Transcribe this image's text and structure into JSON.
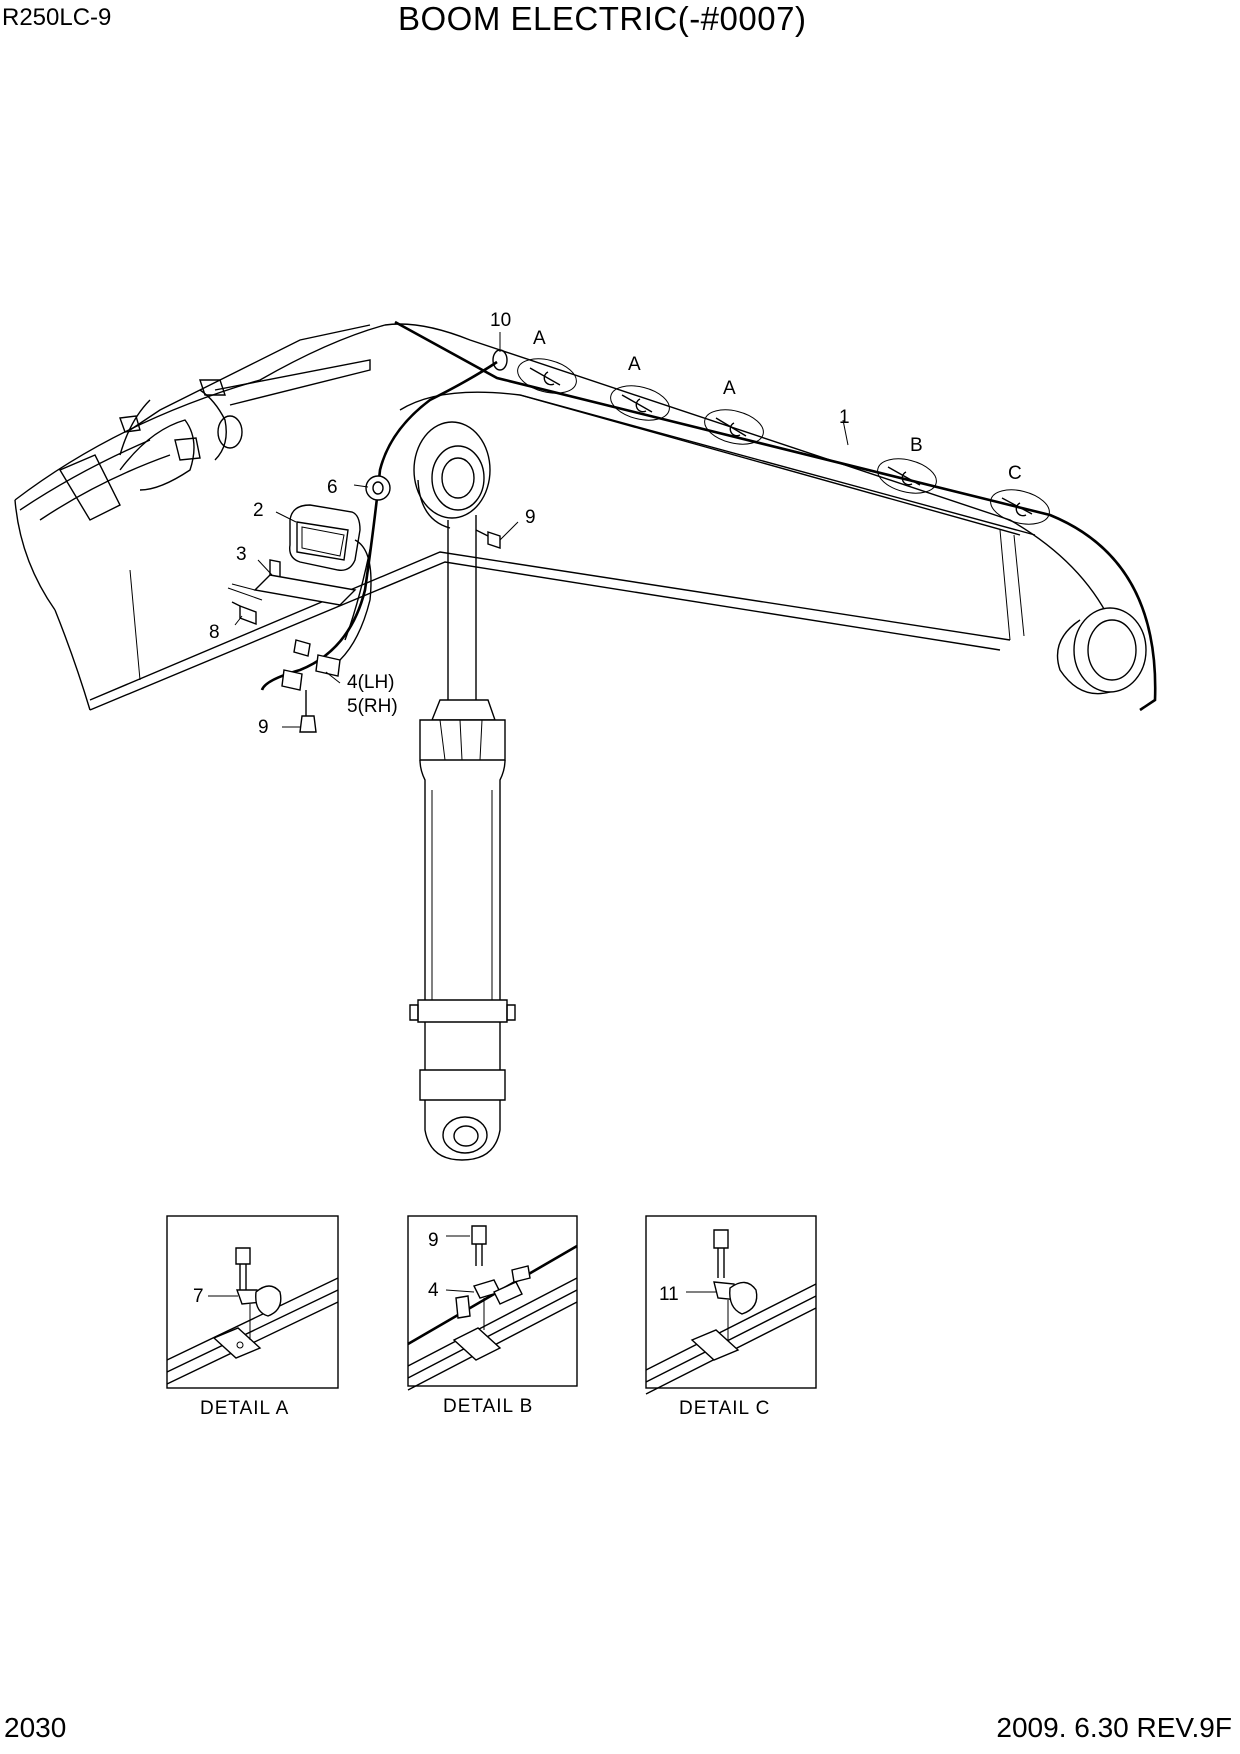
{
  "header": {
    "model": "R250LC-9",
    "title": "BOOM ELECTRIC(-#0007)"
  },
  "footer": {
    "page": "2030",
    "revision": "2009. 6.30  REV.9F"
  },
  "callouts": {
    "c10": "10",
    "a1": "A",
    "a2": "A",
    "a3": "A",
    "c1": "1",
    "b": "B",
    "c": "C",
    "c6": "6",
    "c2": "2",
    "c9a": "9",
    "c3": "3",
    "c8": "8",
    "c4lh": "4(LH)",
    "c5rh": "5(RH)",
    "c9b": "9"
  },
  "details": [
    {
      "caption": "DETAIL  A",
      "callout": "7"
    },
    {
      "caption": "DETAIL  B",
      "callout_top": "9",
      "callout": "4"
    },
    {
      "caption": "DETAIL  C",
      "callout": "11"
    }
  ]
}
